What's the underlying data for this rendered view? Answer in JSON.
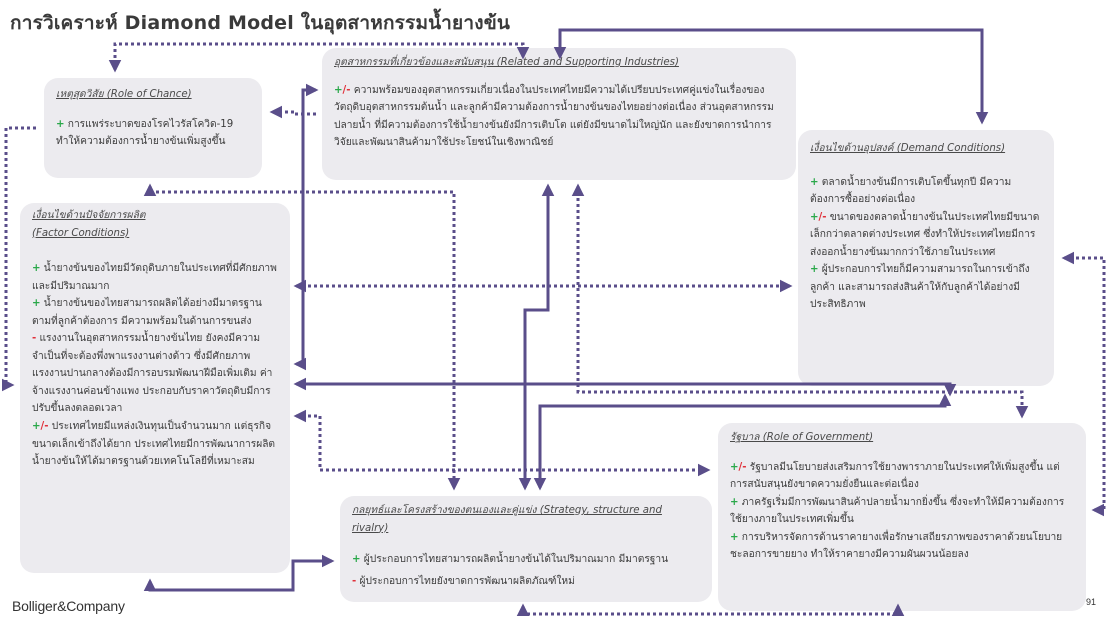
{
  "title": "การวิเคราะห์ Diamond Model ในอุตสาหกรรมน้ำยางข้น",
  "logo": "Bolliger&Company",
  "page_number": "91",
  "colors": {
    "arrow": "#5a4e8a",
    "plus": "#2aa84a",
    "minus": "#e0303a",
    "box": "#ecebef"
  },
  "boxes": {
    "chance": {
      "title": "เหตุสุดวิสัย (Role of Chance)",
      "items": [
        {
          "sign": "+",
          "text": "การแพร่ระบาดของโรคไวรัสโควิด-19 ทำให้ความต้องการน้ำยางข้นเพิ่มสูงขึ้น"
        }
      ]
    },
    "related": {
      "title": "อุตสาหกรรมที่เกี่ยวข้องและสนับสนุน (Related and Supporting Industries)",
      "items": [
        {
          "sign": "+/-",
          "text": "ความพร้อมของอุตสาหกรรมเกี่ยวเนื่องในประเทศไทยมีความได้เปรียบประเทศคู่แข่งในเรื่องของวัตถุดิบอุตสาหกรรมต้นน้ำ และลูกค้ามีความต้องการน้ำยางข้นของไทยอย่างต่อเนื่อง ส่วนอุตสาหกรรมปลายน้ำ ที่มีความต้องการใช้น้ำยางข้นยังมีการเติบโต แต่ยังมีขนาดไม่ใหญ่นัก และยังขาดการนำการวิจัยและพัฒนาสินค้ามาใช้ประโยชน์ในเชิงพาณิชย์"
        }
      ]
    },
    "factor": {
      "title": "เงื่อนไขด้านปัจจัยการผลิต",
      "title2": "(Factor Conditions)",
      "items": [
        {
          "sign": "+",
          "text": "น้ำยางข้นของไทยมีวัตถุดิบภายในประเทศที่มีศักยภาพและมีปริมาณมาก"
        },
        {
          "sign": "+",
          "text": "น้ำยางข้นของไทยสามารถผลิตได้อย่างมีมาตรฐานตามที่ลูกค้าต้องการ มีความพร้อมในด้านการขนส่ง"
        },
        {
          "sign": "-",
          "text": "แรงงานในอุตสาหกรรมน้ำยางข้นไทย ยังคงมีความจำเป็นที่จะต้องพึ่งพาแรงงานต่างด้าว ซึ่งมีศักยภาพแรงงานปานกลางต้องมีการอบรมพัฒนาฝีมือเพิ่มเติม ค่าจ้างแรงงานค่อนข้างแพง ประกอบกับราคาวัตถุดิบมีการปรับขึ้นลงตลอดเวลา"
        },
        {
          "sign": "+/-",
          "text": "ประเทศไทยมีแหล่งเงินทุนเป็นจำนวนมาก แต่ธุรกิจขนาดเล็กเข้าถึงได้ยาก ประเทศไทยมีการพัฒนาการผลิตน้ำยางข้นให้ได้มาตรฐานด้วยเทคโนโลยีที่เหมาะสม"
        }
      ]
    },
    "demand": {
      "title": "เงื่อนไขด้านอุปสงค์ (Demand Conditions)",
      "items": [
        {
          "sign": "+",
          "text": "ตลาดน้ำยางข้นมีการเติบโตขึ้นทุกปี มีความต้องการซื้ออย่างต่อเนื่อง"
        },
        {
          "sign": "+/-",
          "text": "ขนาดของตลาดน้ำยางข้นในประเทศไทยมีขนาดเล็กกว่าตลาดต่างประเทศ ซึ่งทำให้ประเทศไทยมีการส่งออกน้ำยางข้นมากกว่าใช้ภายในประเทศ"
        },
        {
          "sign": "+",
          "text": "ผู้ประกอบการไทยก็มีความสามารถในการเข้าถึงลูกค้า และสามารถส่งสินค้าให้กับลูกค้าได้อย่างมีประสิทธิภาพ"
        }
      ]
    },
    "government": {
      "title": "รัฐบาล (Role of Government)",
      "items": [
        {
          "sign": "+/-",
          "text": "รัฐบาลมีนโยบายส่งเสริมการใช้ยางพาราภายในประเทศให้เพิ่มสูงขึ้น แต่การสนับสนุนยังขาดความยั่งยืนและต่อเนื่อง"
        },
        {
          "sign": "+",
          "text": "ภาครัฐเริ่มมีการพัฒนาสินค้าปลายน้ำมากยิ่งขึ้น ซึ่งจะทำให้มีความต้องการใช้ยางภายในประเทศเพิ่มขึ้น"
        },
        {
          "sign": "+",
          "text": "การบริหารจัดการด้านราคายางเพื่อรักษาเสถียรภาพของราคาด้วยนโยบายชะลอการขายยาง ทำให้ราคายางมีความผันผวนน้อยลง"
        }
      ]
    },
    "strategy": {
      "title": "กลยุทธ์และโครงสร้างของตนเองและคู่แข่ง (Strategy, structure and rivalry)",
      "items": [
        {
          "sign": "+",
          "text": "ผู้ประกอบการไทยสามารถผลิตน้ำยางข้นได้ในปริมาณมาก มีมาตรฐาน"
        },
        {
          "sign": "-",
          "text": "ผู้ประกอบการไทยยังขาดการพัฒนาผลิตภัณฑ์ใหม่"
        }
      ]
    }
  }
}
